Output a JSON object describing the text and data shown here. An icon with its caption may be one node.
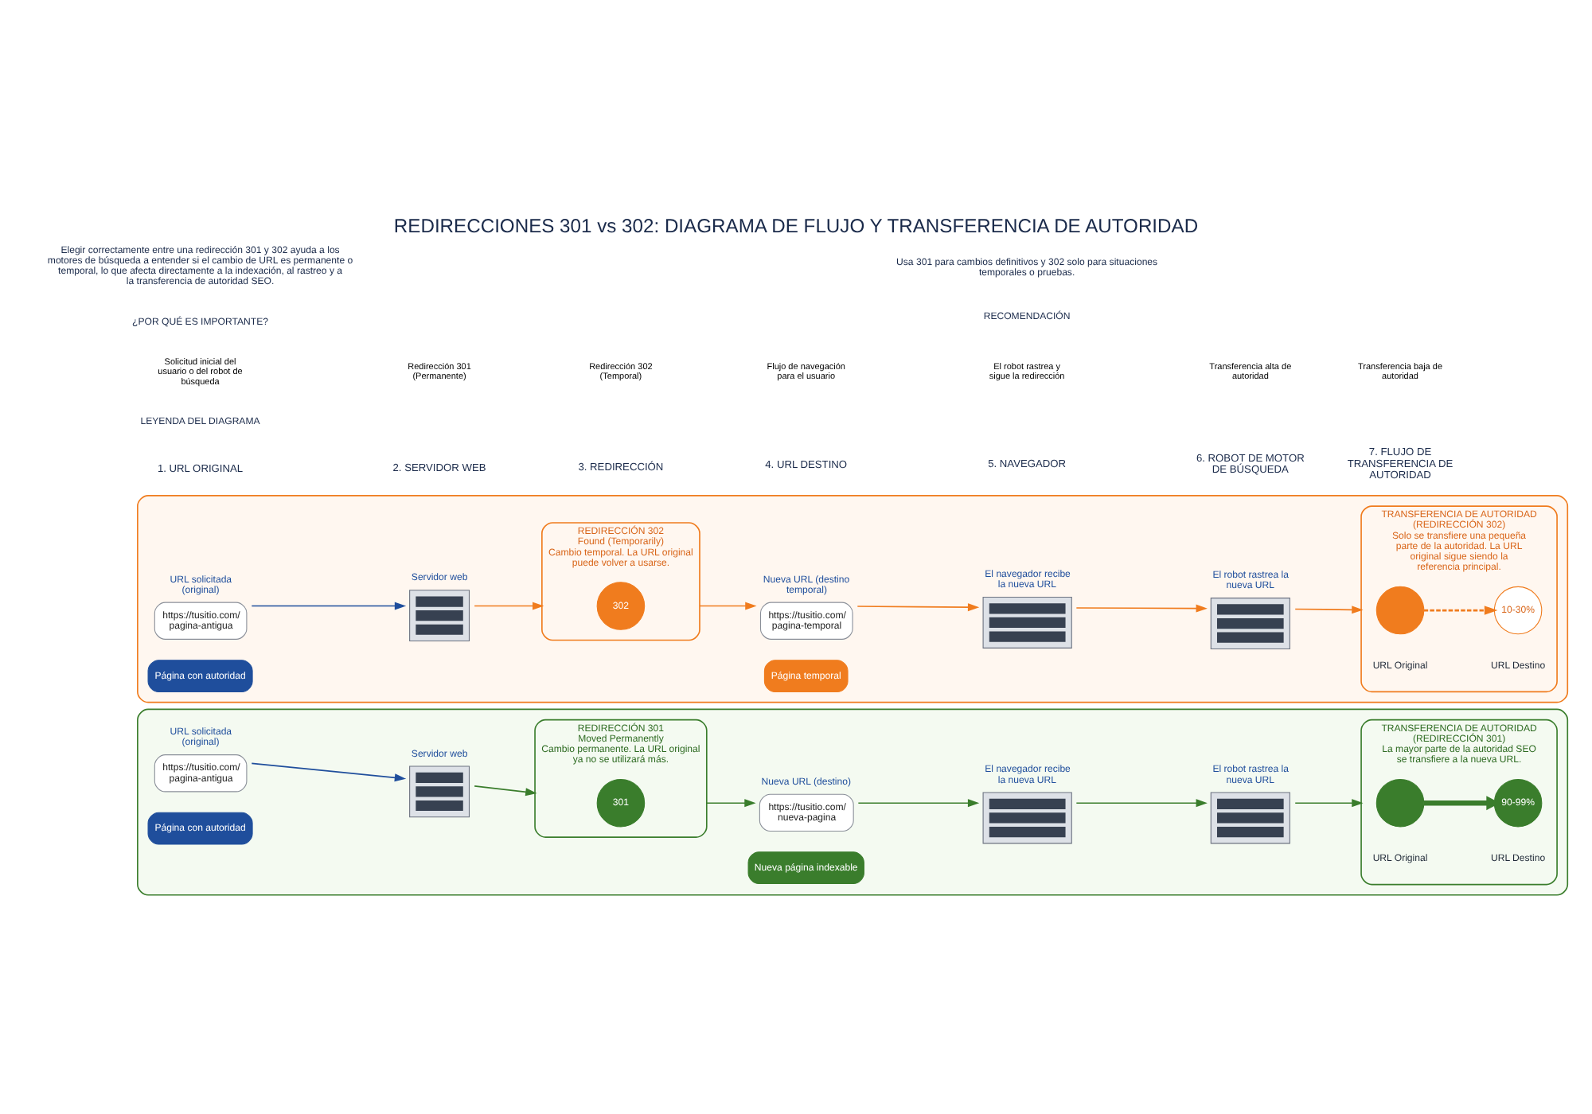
{
  "diagram": {
    "title": "REDIRECCIONES 301 vs 302: DIAGRAMA DE FLUJO Y TRANSFERENCIA DE AUTORIDAD",
    "nodes": [
      {
        "text": [],
        "shape": "box"
      },
      {
        "text": [
          "https://tusitio.com/ pagina-antigua"
        ],
        "in": 0,
        "beside": [
          "URL solicitada (original)"
        ]
      },
      {
        "text": [
          "Página con autoridad"
        ],
        "in": 0
      },
      {
        "text": [],
        "shape": "picture",
        "in": 0,
        "beside": [
          "Servidor web"
        ]
      },
      {
        "text": [
          "REDIRECCIÓN 301",
          "Moved Permanently",
          "Cambio permanente. La URL original ya no se utilizará más."
        ],
        "in": 0
      },
      {
        "text": [
          "301"
        ],
        "in": 4
      },
      {
        "text": [
          "https://tusitio.com/ nueva-pagina"
        ],
        "in": 0,
        "beside": [
          "Nueva URL (destino)"
        ]
      },
      {
        "text": [
          "Nueva página indexable"
        ],
        "in": 0
      },
      {
        "text": [],
        "shape": "picture",
        "in": 0,
        "beside": [
          "El navegador recibe la nueva URL"
        ]
      },
      {
        "text": [],
        "shape": "picture",
        "in": 0,
        "beside": [
          "El robot rastrea la nueva URL"
        ]
      },
      {
        "text": [
          "TRANSFERENCIA DE AUTORIDAD (REDIRECCIÓN 301)",
          "La mayor parte de la autoridad SEO se transfiere a la nueva URL."
        ],
        "in": 0
      },
      {
        "text": [],
        "shape": "circle",
        "in": 10,
        "beside": [
          "URL Original"
        ]
      },
      {
        "text": [
          "90-99%"
        ],
        "in": 10,
        "beside": [
          "URL Destino"
        ]
      },
      {
        "text": [],
        "shape": "box"
      },
      {
        "text": [
          "https://tusitio.com/ pagina-antigua"
        ],
        "in": 13,
        "beside": [
          "URL solicitada (original)"
        ]
      },
      {
        "text": [
          "Página con autoridad"
        ],
        "in": 13
      },
      {
        "text": [],
        "shape": "picture",
        "in": 13,
        "beside": [
          "Servidor web"
        ]
      },
      {
        "text": [
          "REDIRECCIÓN 302",
          "Found (Temporarily)",
          "Cambio temporal. La URL original puede volver a usarse."
        ],
        "in": 13
      },
      {
        "text": [
          "302"
        ],
        "in": 17
      },
      {
        "text": [
          "https://tusitio.com/ pagina-temporal"
        ],
        "in": 13,
        "beside": [
          "Nueva URL (destino temporal)"
        ]
      },
      {
        "text": [
          "Página temporal"
        ],
        "in": 13
      },
      {
        "text": [],
        "shape": "picture",
        "in": 13,
        "beside": [
          "El navegador recibe la nueva URL"
        ]
      },
      {
        "text": [],
        "shape": "picture",
        "in": 13,
        "beside": [
          "El robot rastrea la nueva URL"
        ]
      },
      {
        "text": [
          "TRANSFERENCIA DE AUTORIDAD (REDIRECCIÓN 302)",
          "Solo se transfiere una pequeña parte de la autoridad. La URL original sigue siendo la referencia principal."
        ],
        "in": 13
      },
      {
        "text": [],
        "shape": "circle",
        "in": 23,
        "beside": [
          "URL Original"
        ]
      },
      {
        "text": [
          "10-30%"
        ],
        "in": 23,
        "beside": [
          "URL Destino"
        ]
      }
    ],
    "edges": [
      {
        "from": 1,
        "to": 3,
        "arrow": "to",
        "color": "#1f4e9c"
      },
      {
        "from": 3,
        "to": 4,
        "arrow": "to",
        "color": "#3a7d2c"
      },
      {
        "from": 4,
        "to": 6,
        "arrow": "to",
        "color": "#3a7d2c"
      },
      {
        "from": 6,
        "to": 8,
        "arrow": "to",
        "color": "#3a7d2c"
      },
      {
        "from": 8,
        "to": 9,
        "arrow": "to",
        "color": "#3a7d2c"
      },
      {
        "from": 9,
        "to": 10,
        "arrow": "to",
        "color": "#3a7d2c"
      },
      {
        "from": 11,
        "to": 12,
        "arrow": "to",
        "style": "thick",
        "color": "#3a7d2c"
      },
      {
        "from": 14,
        "to": 16,
        "arrow": "to",
        "color": "#1f4e9c"
      },
      {
        "from": 16,
        "to": 17,
        "arrow": "to",
        "color": "#f07c1e"
      },
      {
        "from": 17,
        "to": 19,
        "arrow": "to",
        "color": "#f07c1e"
      },
      {
        "from": 19,
        "to": 21,
        "arrow": "to",
        "color": "#f07c1e"
      },
      {
        "from": 21,
        "to": 22,
        "arrow": "to",
        "color": "#f07c1e"
      },
      {
        "from": 22,
        "to": 23,
        "arrow": "to",
        "color": "#f07c1e"
      },
      {
        "from": 24,
        "to": 25,
        "arrow": "to",
        "style": "dashed",
        "color": "#f07c1e"
      }
    ],
    "labels": [
      "1. URL ORIGINAL",
      "2. SERVIDOR WEB",
      "3. REDIRECCIÓN",
      "4. URL DESTINO",
      "5. NAVEGADOR",
      "6. ROBOT DE MOTOR DE BÚSQUEDA",
      "7. FLUJO DE TRANSFERENCIA DE AUTORIDAD",
      "LEYENDA DEL DIAGRAMA",
      "¿POR QUÉ ES IMPORTANTE?",
      "Elegir correctamente entre una redirección 301 y 302 ayuda a los motores de búsqueda a entender si el cambio de URL es permanente o temporal, lo que afecta directamente a la indexación, al rastreo y a la transferencia de autoridad SEO.",
      "RECOMENDACIÓN",
      "Usa 301 para cambios definitivos y 302 solo para situaciones temporales o pruebas."
    ],
    "legend": [
      {
        "text": "Solicitud inicial del usuario o del robot de búsqueda"
      },
      {
        "text": "Redirección 301 (Permanente)"
      },
      {
        "text": "Redirección 302 (Temporal)"
      },
      {
        "text": "Flujo de navegación para el usuario"
      },
      {
        "text": "El robot rastrea y sigue la redirección"
      },
      {
        "text": "Transferencia alta de autoridad"
      },
      {
        "text": "Transferencia baja de autoridad"
      }
    ]
  }
}
